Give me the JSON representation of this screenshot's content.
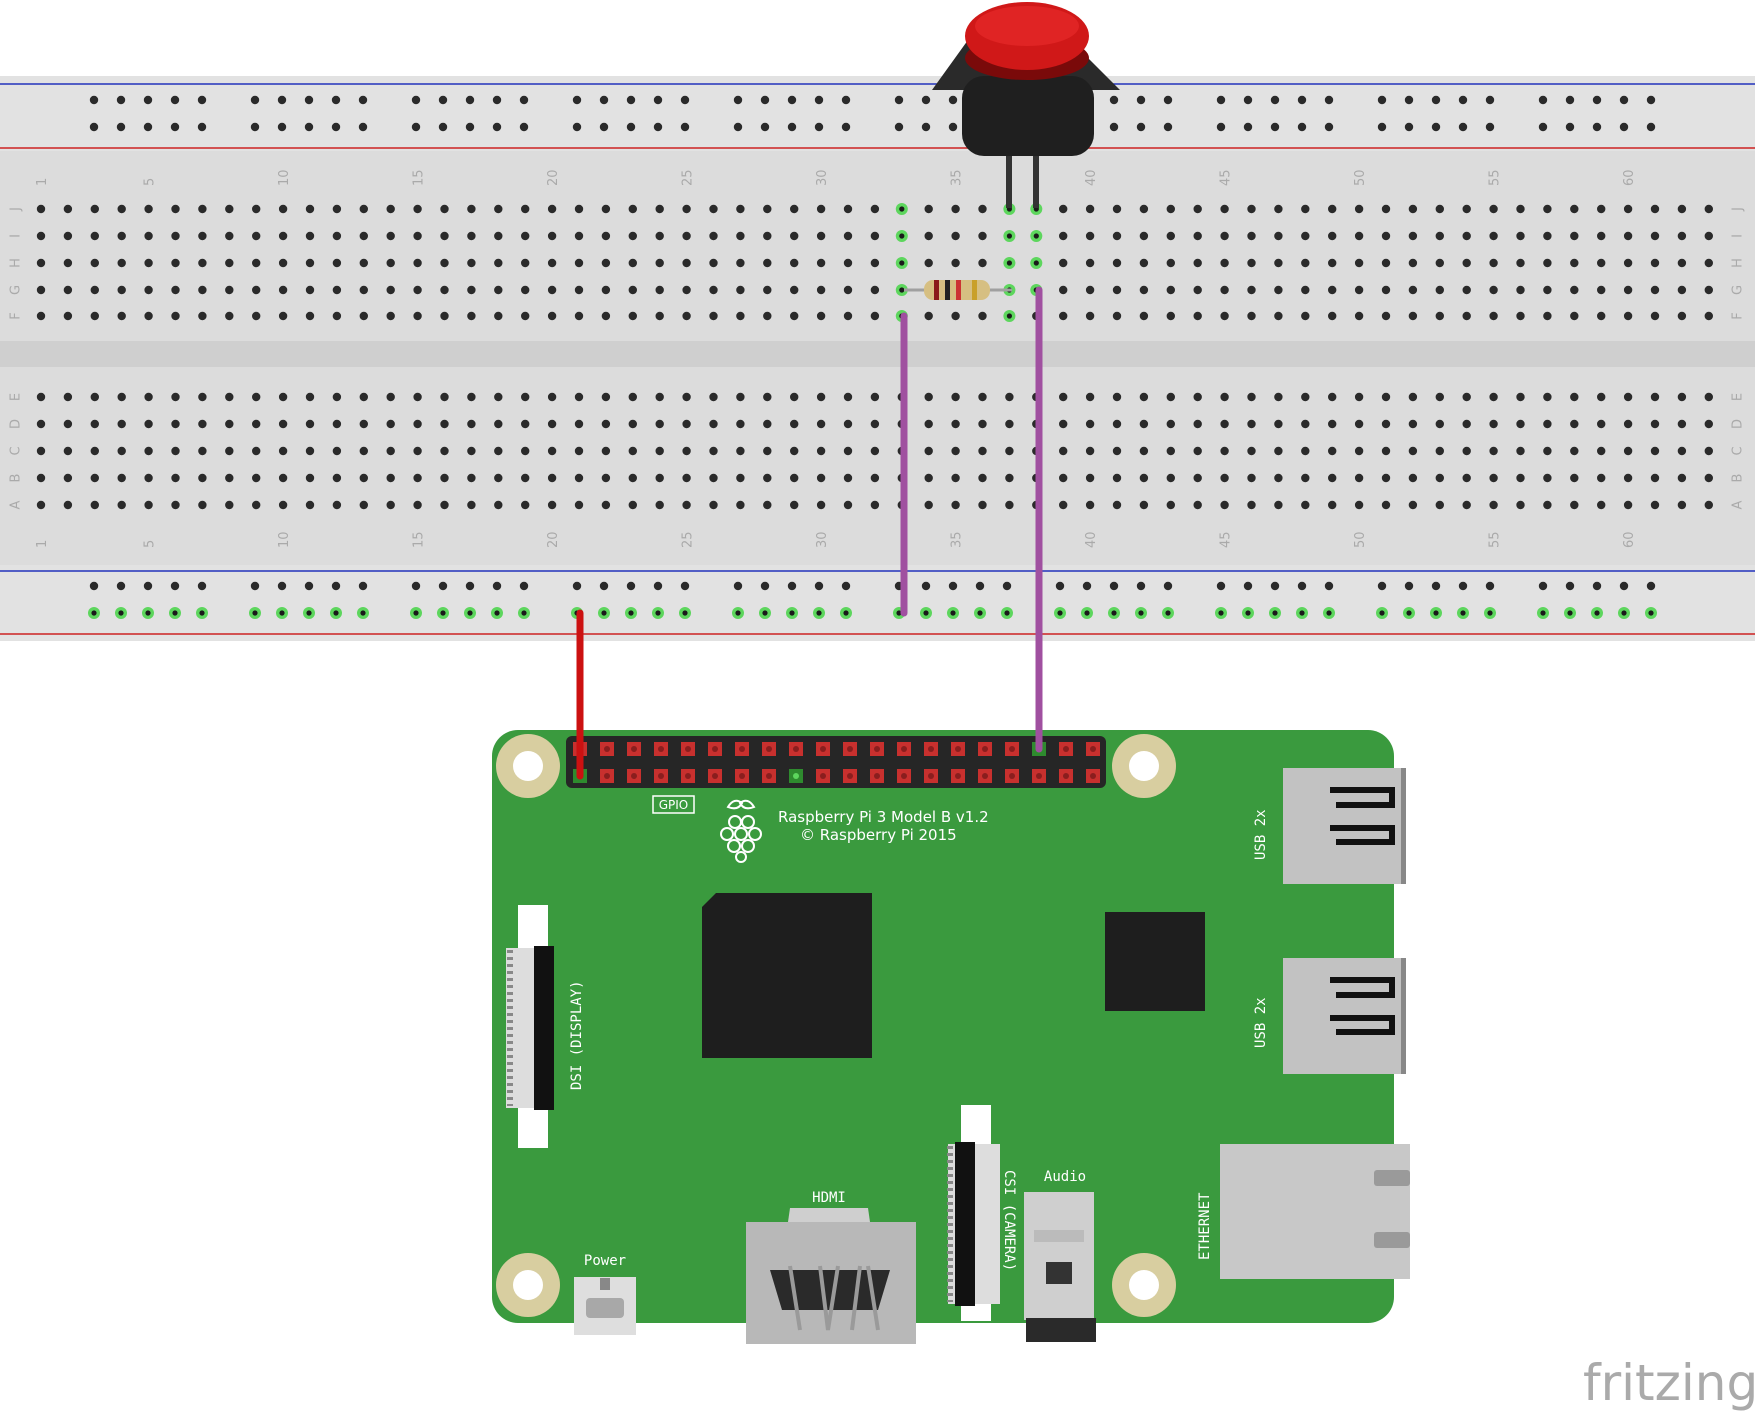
{
  "breadboard": {
    "column_labels": [
      "1",
      "5",
      "10",
      "15",
      "20",
      "25",
      "30",
      "35",
      "40",
      "45",
      "50",
      "55",
      "60"
    ],
    "upper_row_letters": [
      "J",
      "I",
      "H",
      "G",
      "F"
    ],
    "lower_row_letters": [
      "E",
      "D",
      "C",
      "B",
      "A"
    ]
  },
  "board": {
    "model": "Raspberry Pi 3 Model B v1.2",
    "copyright": "© Raspberry Pi 2015",
    "gpio": "GPIO",
    "dsi": "DSI (DISPLAY)",
    "csi": "CSI (CAMERA)",
    "hdmi": "HDMI",
    "power": "Power",
    "audio": "Audio",
    "usb_top": "USB 2x",
    "usb_bottom": "USB 2x",
    "ethernet": "ETHERNET"
  },
  "brand": {
    "logo": "fritzing"
  },
  "colors": {
    "board_green": "#3a9a3e",
    "breadboard_grey": "#dcdcdc",
    "wire_red": "#cc1111",
    "wire_purple": "#a050a0",
    "button_red": "#d01818",
    "header_pin": "#c8302e",
    "hole_active": "#5dd65d"
  }
}
